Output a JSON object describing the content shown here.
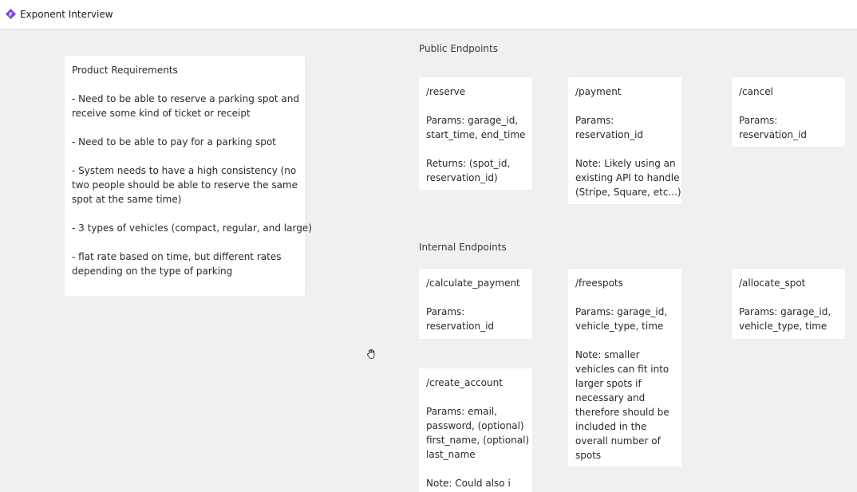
{
  "app": {
    "title": "Exponent Interview",
    "logo_icon": "exponent-diamond-icon",
    "accent": "#7b3fe4"
  },
  "requirements": {
    "title": "Product Requirements",
    "items": [
      [
        "- Need to be able to reserve a parking spot and",
        "receive some kind of ticket or receipt"
      ],
      [
        "- Need to be able to pay for a parking spot"
      ],
      [
        "- System needs to have a high consistency (no",
        "two people should be able to reserve the same",
        "spot at the same time)"
      ],
      [
        "- 3 types of vehicles (compact, regular, and large)"
      ],
      [
        "- flat rate based on time, but different rates",
        "depending on the type of parking"
      ]
    ]
  },
  "public": {
    "title": "Public Endpoints",
    "cards": [
      {
        "name": "/reserve",
        "blocks": [
          [
            "Params: garage_id,",
            "start_time, end_time"
          ],
          [
            "Returns: (spot_id,",
            "reservation_id)"
          ]
        ]
      },
      {
        "name": "/payment",
        "blocks": [
          [
            "Params:",
            "reservation_id"
          ],
          [
            "Note: Likely using an",
            "existing API to handle",
            "(Stripe, Square, etc...)"
          ]
        ]
      },
      {
        "name": "/cancel",
        "blocks": [
          [
            "Params:",
            "reservation_id"
          ]
        ]
      }
    ]
  },
  "internal": {
    "title": "Internal Endpoints",
    "cards": [
      {
        "name": "/calculate_payment",
        "blocks": [
          [
            "Params:",
            "reservation_id"
          ]
        ]
      },
      {
        "name": "/freespots",
        "blocks": [
          [
            "Params: garage_id,",
            "vehicle_type, time"
          ],
          [
            "Note: smaller",
            "vehicles can fit into",
            "larger spots if",
            "necessary and",
            "therefore should be",
            "included in the",
            "overall number of",
            "spots"
          ]
        ]
      },
      {
        "name": "/allocate_spot",
        "blocks": [
          [
            "Params: garage_id,",
            "vehicle_type, time"
          ]
        ]
      },
      {
        "name": "/create_account",
        "blocks": [
          [
            "Params: email,",
            "password, (optional)",
            "first_name, (optional)",
            "last_name"
          ],
          [
            "Note: Could also i"
          ]
        ]
      }
    ]
  },
  "cursor_icon": "hand-grab-cursor-icon"
}
